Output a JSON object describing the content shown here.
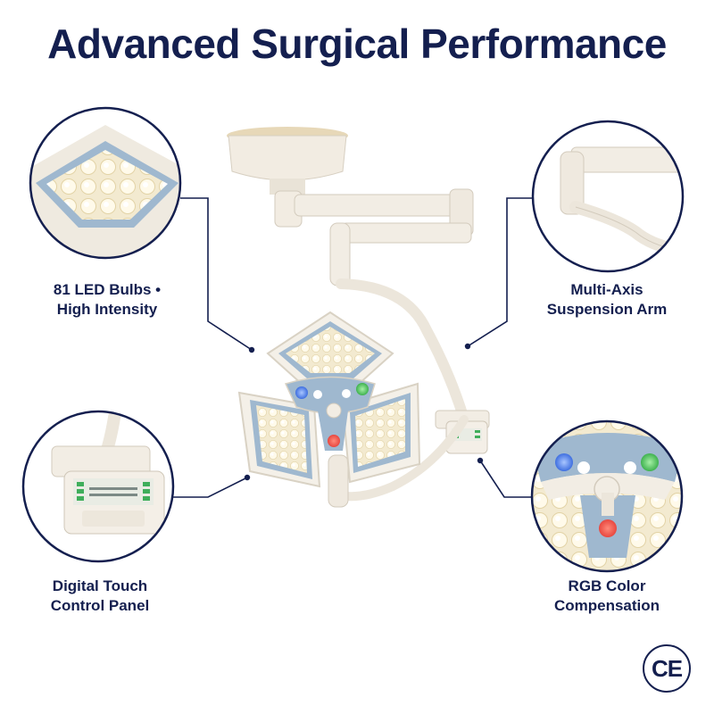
{
  "title": "Advanced Surgical Performance",
  "features": {
    "led": {
      "line1": "81 LED Bulbs •",
      "line2": "High Intensity",
      "icon": "led-array-icon"
    },
    "arm": {
      "line1": "Multi-Axis",
      "line2": "Suspension Arm",
      "icon": "suspension-arm-icon"
    },
    "panel": {
      "line1": "Digital Touch",
      "line2": "Control Panel",
      "icon": "control-panel-icon"
    },
    "rgb": {
      "line1": "RGB Color",
      "line2": "Compensation",
      "icon": "rgb-led-icon"
    }
  },
  "certification": {
    "mark": "CE"
  },
  "colors": {
    "navy": "#141f4f",
    "housing": "#f1ede5",
    "housing_trim": "#9fb8cf",
    "led_warm": "#fbf3d6",
    "rgb_red": "#e8473f",
    "rgb_green": "#4fc25a",
    "rgb_blue": "#3f6fe0"
  }
}
